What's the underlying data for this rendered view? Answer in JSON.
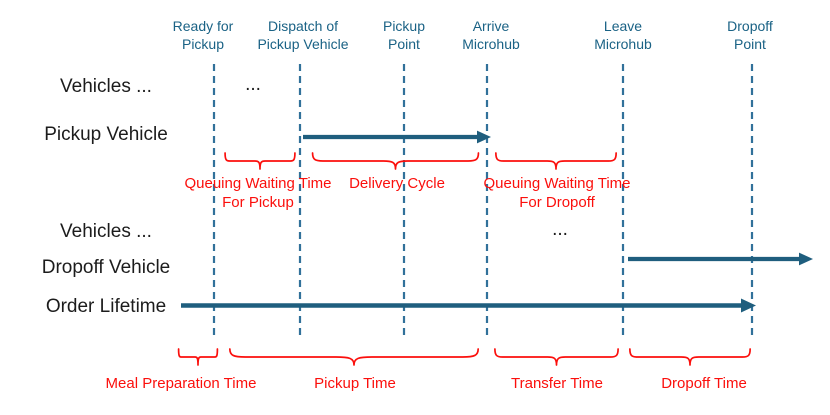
{
  "colors": {
    "timeline_blue": "#1f5e7e",
    "dashed_blue": "#31719a",
    "milestone_text": "#1a6285",
    "duration_red": "#fb0f0c",
    "row_text": "#1c1c1c"
  },
  "milestones": [
    {
      "label": "Ready for\nPickup"
    },
    {
      "label": "Dispatch of\nPickup Vehicle"
    },
    {
      "label": "Pickup\nPoint"
    },
    {
      "label": "Arrive\nMicrohub"
    },
    {
      "label": "Leave\nMicrohub"
    },
    {
      "label": "Dropoff\nPoint"
    }
  ],
  "rows": [
    {
      "label": "Vehicles ..."
    },
    {
      "label": "Pickup Vehicle"
    },
    {
      "label": "Vehicles ..."
    },
    {
      "label": "Dropoff Vehicle"
    },
    {
      "label": "Order Lifetime"
    }
  ],
  "ellipses": [
    {
      "label": "..."
    },
    {
      "label": "..."
    }
  ],
  "durations": [
    {
      "label": "Queuing Waiting Time\nFor Pickup"
    },
    {
      "label": "Delivery Cycle"
    },
    {
      "label": "Queuing Waiting Time\nFor Dropoff"
    },
    {
      "label": "Meal Preparation Time"
    },
    {
      "label": "Pickup Time"
    },
    {
      "label": "Transfer Time"
    },
    {
      "label": "Dropoff Time"
    }
  ]
}
